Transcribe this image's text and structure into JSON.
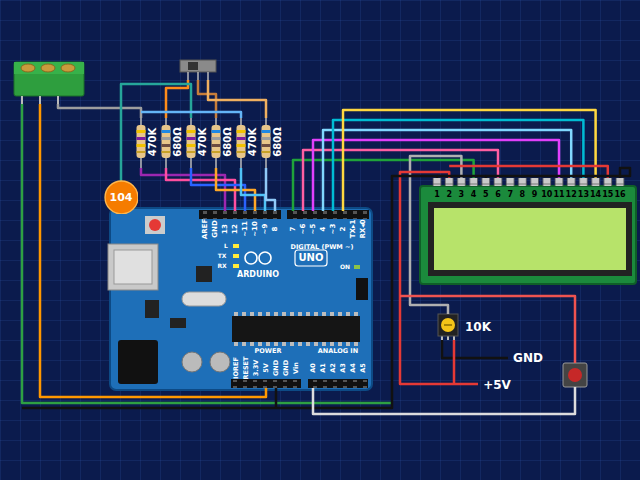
{
  "diagram": {
    "nodes": [
      {
        "text": [
          "104"
        ]
      }
    ],
    "labels": [
      "470K",
      "680Ω",
      "470K",
      "680Ω",
      "470K",
      "680Ω",
      "AREF",
      "GND",
      "13",
      "12",
      "~11",
      "~10",
      "~9",
      "8",
      "7",
      "~6",
      "~5",
      "4",
      "~3",
      "2",
      "TX▸1",
      "RX◂0",
      "DIGITAL (PWM ~)",
      "ARDUINO",
      "UNO",
      "L",
      "TX",
      "RX",
      "ON",
      "POWER",
      "ANALOG IN",
      "IOREF",
      "RESET",
      "3.3V",
      "5V",
      "GND",
      "GND",
      "Vin",
      "A0",
      "A1",
      "A2",
      "A3",
      "A4",
      "A5",
      "1",
      "2",
      "3",
      "4",
      "5",
      "6",
      "7",
      "8",
      "9",
      "10",
      "11",
      "12",
      "13",
      "14",
      "15",
      "16",
      "10K",
      "GND",
      "+5V"
    ]
  }
}
